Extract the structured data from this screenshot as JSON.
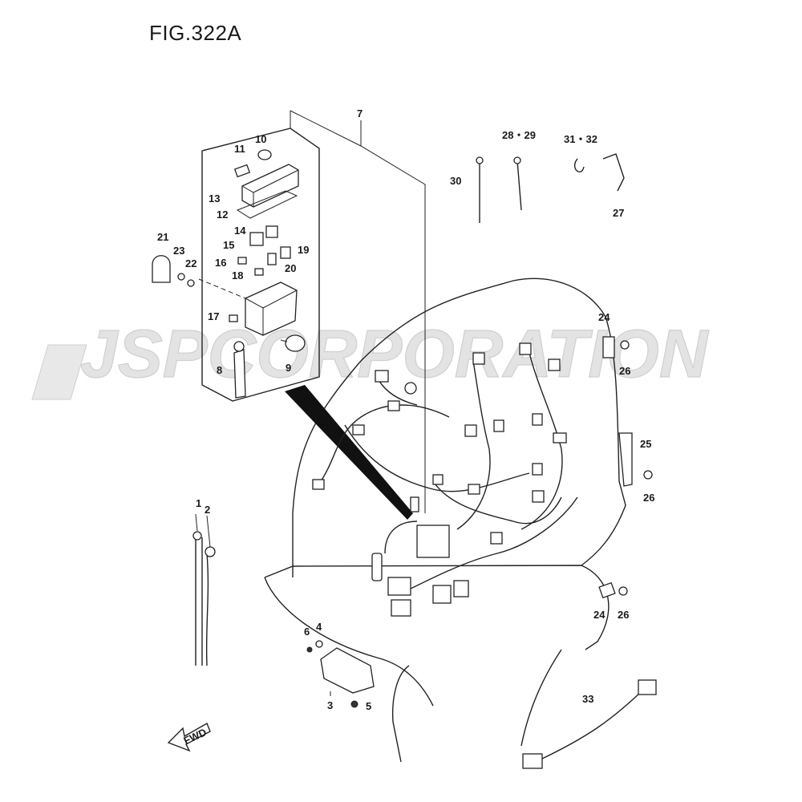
{
  "figure": {
    "title": "FIG.322A"
  },
  "watermark": {
    "text": "JSPCORPORATION"
  },
  "orientation": {
    "label": "FWD"
  },
  "callouts": {
    "c1": "1",
    "c2": "2",
    "c3": "3",
    "c4": "4",
    "c5": "5",
    "c6": "6",
    "c7": "7",
    "c8": "8",
    "c9": "9",
    "c10": "10",
    "c11": "11",
    "c12": "12",
    "c13": "13",
    "c14": "14",
    "c15": "15",
    "c16": "16",
    "c17": "17",
    "c18": "18",
    "c19": "19",
    "c20": "20",
    "c21": "21",
    "c22": "22",
    "c23": "23",
    "c24a": "24",
    "c24b": "24",
    "c25": "25",
    "c26a": "26",
    "c26b": "26",
    "c26c": "26",
    "c27": "27",
    "c28_29": "28・29",
    "c30": "30",
    "c31_32": "31・32",
    "c33": "33"
  }
}
